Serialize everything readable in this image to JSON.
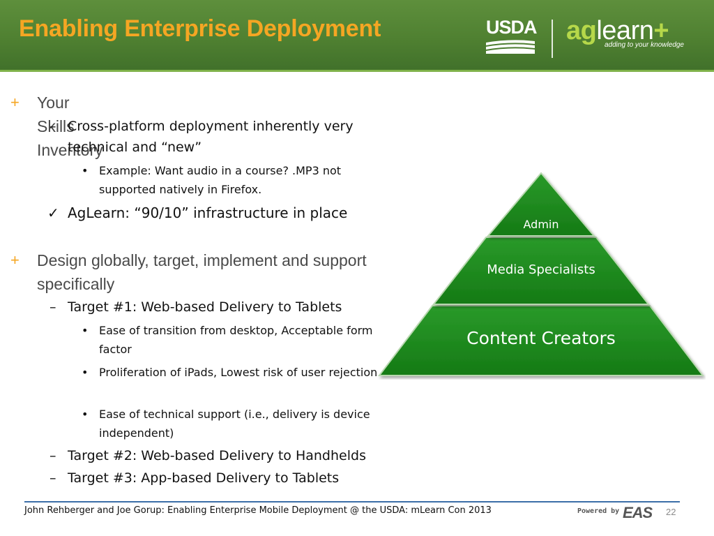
{
  "slide": {
    "title": "Enabling Enterprise Deployment",
    "logos": {
      "usda": "USDA",
      "aglearn_ag": "ag",
      "aglearn_learn": "learn",
      "aglearn_plus": "+",
      "aglearn_tagline": "adding to your knowledge"
    },
    "bullets": {
      "b1": "Your Skills Inventory",
      "b1_1": "Cross-platform deployment inherently very technical and “new”",
      "b1_1_1": "Example: Want audio in a course?  .MP3 not supported natively in Firefox.",
      "b1_check": "AgLearn:  “90/10” infrastructure in place",
      "b2": "Design globally, target, implement and support specifically",
      "b2_1": "Target #1: Web-based Delivery to Tablets",
      "b2_1_1": "Ease of transition from desktop, Acceptable form factor",
      "b2_1_2": "Proliferation of iPads, Lowest risk of user rejection",
      "b2_1_3": "Ease of technical support (i.e., delivery is device independent)",
      "b2_2": "Target #2: Web-based Delivery to Handhelds",
      "b2_3": "Target #3: App-based Delivery to Tablets"
    },
    "pyramid": {
      "levels": [
        "Admin",
        "Media Specialists",
        "Content Creators"
      ],
      "color": "#1f8a1f"
    },
    "footer": {
      "text": "John Rehberger  and Joe Gorup: Enabling Enterprise Mobile Deployment  @ the USDA: mLearn Con 2013",
      "powered_by": "Powered by",
      "eas_logo": "EAS",
      "page_number": "22"
    },
    "colors": {
      "header_green": "#4f8031",
      "title_orange": "#f5a623",
      "footer_line": "#3b6ea8"
    }
  }
}
